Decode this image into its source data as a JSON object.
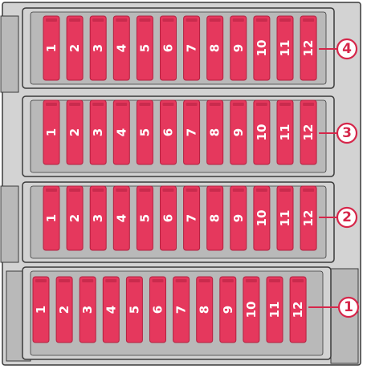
{
  "colors": {
    "fuse_fill": "#e5385d",
    "fuse_dark": "#b3203f",
    "housing": "#d3d3d3",
    "housing_inner": "#b9b9b9",
    "outline": "#3a3a3a",
    "callout": "#d6264a"
  },
  "rows": [
    {
      "callout": "4",
      "fuses": [
        "1",
        "2",
        "3",
        "4",
        "5",
        "6",
        "7",
        "8",
        "9",
        "10",
        "11",
        "12"
      ]
    },
    {
      "callout": "3",
      "fuses": [
        "1",
        "2",
        "3",
        "4",
        "5",
        "6",
        "7",
        "8",
        "9",
        "10",
        "11",
        "12"
      ]
    },
    {
      "callout": "2",
      "fuses": [
        "1",
        "2",
        "3",
        "4",
        "5",
        "6",
        "7",
        "8",
        "9",
        "10",
        "11",
        "12"
      ]
    },
    {
      "callout": "1",
      "fuses": [
        "1",
        "2",
        "3",
        "4",
        "5",
        "6",
        "7",
        "8",
        "9",
        "10",
        "11",
        "12"
      ]
    }
  ]
}
